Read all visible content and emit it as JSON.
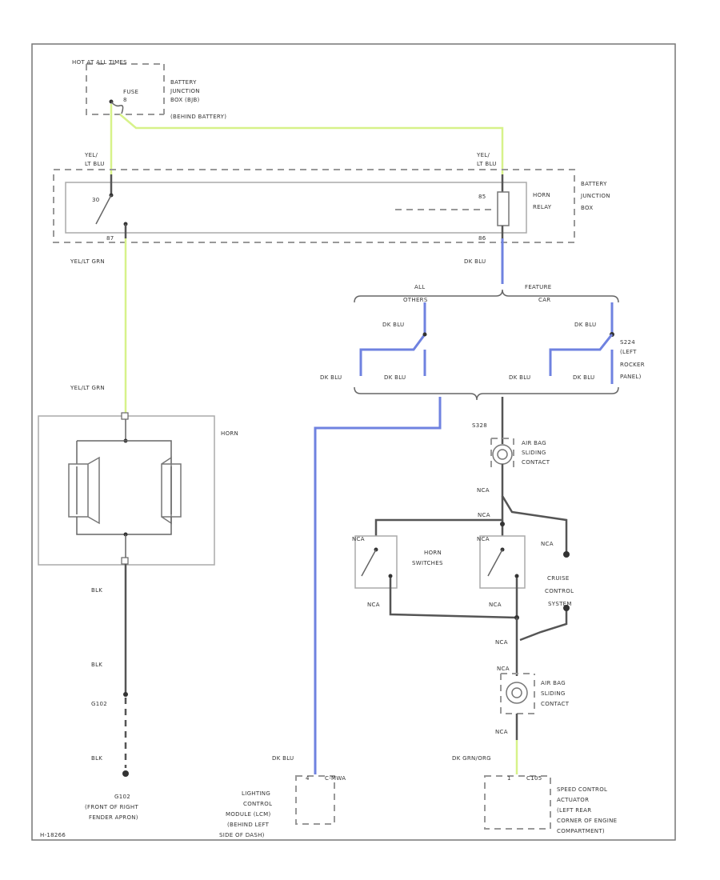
{
  "labels": {
    "fuse_source": "HOT AT ALL TIMES",
    "fuse": "FUSE",
    "fuse_num": "8",
    "bjb_sub": [
      "BATTERY",
      "JUNCTION",
      "BOX (BJB)",
      "(BEHIND BATTERY)"
    ],
    "yel_left": [
      "YEL/",
      "LT BLU"
    ],
    "yel_right": [
      "YEL/",
      "LT BLU"
    ],
    "bjb": [
      "BATTERY",
      "JUNCTION",
      "BOX"
    ],
    "horn_relay": [
      "HORN",
      "RELAY"
    ],
    "pin_30": "30",
    "pin_85": "85",
    "pin_87": "87",
    "pin_86": "86",
    "yel_grn_1": "YEL/LT GRN",
    "yel_grn_2": "YEL/LT GRN",
    "dk_blu_1": "DK BLU",
    "all_others": [
      "ALL",
      "OTHERS"
    ],
    "feature_car": [
      "FEATURE",
      "CAR"
    ],
    "dk_blu_a": "DK BLU",
    "dk_blu_b": "DK BLU",
    "dk_blu_c": "DK BLU",
    "dk_blu_d": "DK BLU",
    "dk_blu_e": "DK BLU",
    "dk_blu_f": "DK BLU",
    "s224": [
      "S224",
      "(LEFT",
      "ROCKER",
      "PANEL)"
    ],
    "horn": "HORN",
    "s328": "S328",
    "air_bag_top": [
      "AIR BAG",
      "SLIDING",
      "CONTACT"
    ],
    "nca_1": "NCA",
    "nca_2": "NCA",
    "nca_3": "NCA",
    "nca_4": "NCA",
    "nca_5": "NCA",
    "nca_6": "NCA",
    "nca_7": "NCA",
    "horn_switches": [
      "HORN",
      "SWITCHES"
    ],
    "cruise": [
      "CRUISE",
      "CONTROL",
      "SYSTEM"
    ],
    "nca_8": "NCA",
    "air_bag_bottom": [
      "AIR BAG",
      "SLIDING",
      "CONTACT"
    ],
    "nca_9": "NCA",
    "dk_grn_org": "DK GRN/ORG",
    "blk_1": "BLK",
    "blk_2": "BLK",
    "g102_a": "G102",
    "blk_3": "BLK",
    "g102_label": [
      "G102",
      "(FRONT OF RIGHT",
      "FENDER APRON)"
    ],
    "dk_blu_bottom": "DK BLU",
    "lcm_pin": "4",
    "lcm_conn": "C-MWA",
    "lcm": [
      "LIGHTING",
      "CONTROL",
      "MODULE (LCM)",
      "(BEHIND LEFT",
      "SIDE OF DASH)"
    ],
    "sca_pin": "1",
    "sca_conn": "C105",
    "sca": [
      "SPEED CONTROL",
      "ACTUATOR",
      "(LEFT REAR",
      "CORNER OF ENGINE",
      "COMPARTMENT)"
    ],
    "diagram_id": "H-18266"
  }
}
